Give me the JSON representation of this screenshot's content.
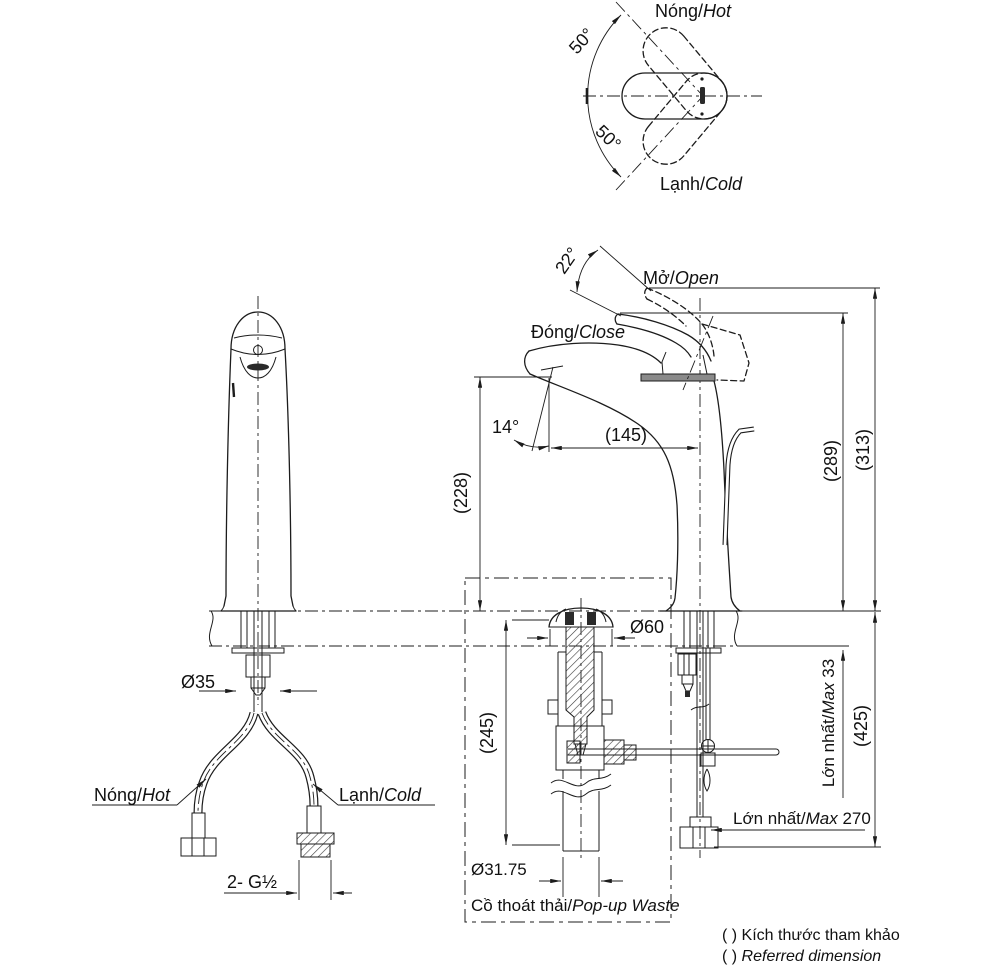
{
  "top_view": {
    "hot": {
      "vi": "Nóng/",
      "en": "Hot"
    },
    "cold": {
      "vi": "Lạnh/",
      "en": "Cold"
    },
    "angle_upper": "50°",
    "angle_lower": "50°"
  },
  "side_view": {
    "open": {
      "vi": "Mở/",
      "en": "Open"
    },
    "close": {
      "vi": "Đóng/",
      "en": "Close"
    },
    "handle_angle": "22°",
    "spout_angle": "14°"
  },
  "dimensions": {
    "reach": "(145)",
    "spout_height": "(228)",
    "closed_height": "(289)",
    "open_height": "(313)",
    "below_counter": "(425)",
    "counter_max": {
      "vi": "Lớn nhất/",
      "en": "Max",
      "val": " 33"
    },
    "rod_max": {
      "vi": "Lớn nhất/",
      "en": "Max",
      "val": " 270"
    },
    "body_hole_dia": "Ø35",
    "flange_dia": "Ø60",
    "waste_length": "(245)",
    "tailpipe_dia": "Ø31.75",
    "thread": "2- G½"
  },
  "supply": {
    "hot": {
      "vi": "Nóng/",
      "en": "Hot"
    },
    "cold": {
      "vi": "Lạnh/",
      "en": "Cold"
    }
  },
  "popup_waste": {
    "label": {
      "vi": "Cồ thoát thải/",
      "en": "Pop-up Waste"
    }
  },
  "legend": {
    "line1": "( ) Kích thước tham khảo",
    "line2_prefix": "( ) ",
    "line2": "Referred dimension"
  }
}
